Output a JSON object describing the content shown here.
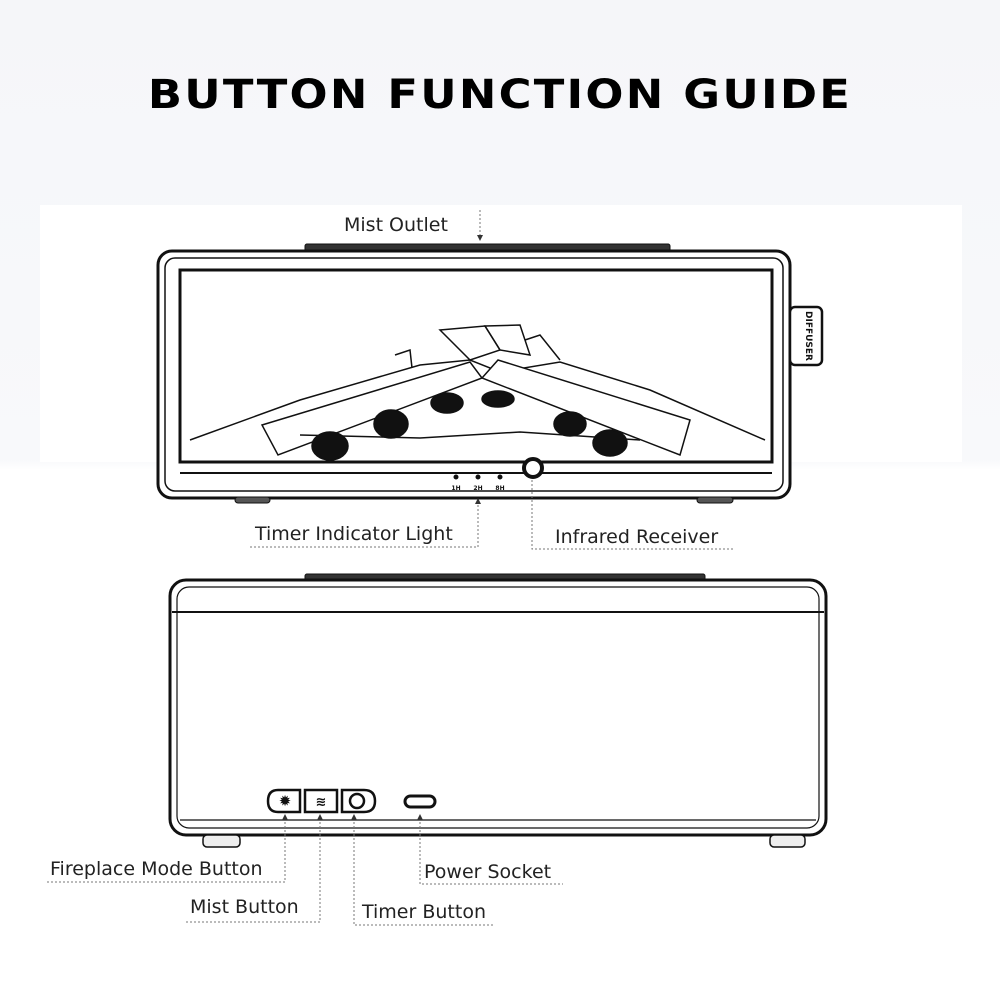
{
  "title": "BUTTON FUNCTION GUIDE",
  "front_view": {
    "side_tab_text": "DIFFUSER",
    "timer_light_labels": [
      "1H",
      "2H",
      "8H"
    ],
    "callouts": {
      "mist_outlet": "Mist Outlet",
      "timer_indicator_light": "Timer Indicator Light",
      "infrared_receiver": "Infrared Receiver"
    }
  },
  "back_view": {
    "callouts": {
      "fireplace_mode_button": "Fireplace Mode Button",
      "mist_button": "Mist Button",
      "timer_button": "Timer Button",
      "power_socket": "Power Socket"
    }
  }
}
